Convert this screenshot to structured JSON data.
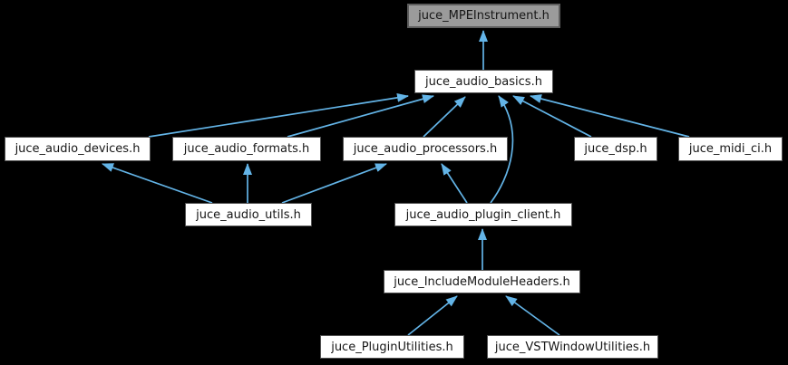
{
  "diagram": {
    "type": "include-dependency-graph",
    "colors": {
      "background": "#000000",
      "edge": "#63b4e7",
      "node_fill": "#ffffff",
      "node_border": "#525252",
      "current_node_fill": "#9b9b9b",
      "current_node_border": "#5e5e5e",
      "text": "#161616"
    },
    "nodes": [
      {
        "id": "mpe",
        "label": "juce_MPEInstrument.h",
        "current": true
      },
      {
        "id": "basics",
        "label": "juce_audio_basics.h",
        "current": false
      },
      {
        "id": "devices",
        "label": "juce_audio_devices.h",
        "current": false
      },
      {
        "id": "formats",
        "label": "juce_audio_formats.h",
        "current": false
      },
      {
        "id": "processors",
        "label": "juce_audio_processors.h",
        "current": false
      },
      {
        "id": "dsp",
        "label": "juce_dsp.h",
        "current": false
      },
      {
        "id": "midi_ci",
        "label": "juce_midi_ci.h",
        "current": false
      },
      {
        "id": "utils",
        "label": "juce_audio_utils.h",
        "current": false
      },
      {
        "id": "plugin_client",
        "label": "juce_audio_plugin_client.h",
        "current": false
      },
      {
        "id": "imh",
        "label": "juce_IncludeModuleHeaders.h",
        "current": false
      },
      {
        "id": "plugin_utilities",
        "label": "juce_PluginUtilities.h",
        "current": false
      },
      {
        "id": "vst_window_utilities",
        "label": "juce_VSTWindowUtilities.h",
        "current": false
      }
    ],
    "edges": [
      {
        "from": "basics",
        "to": "mpe"
      },
      {
        "from": "devices",
        "to": "basics"
      },
      {
        "from": "formats",
        "to": "basics"
      },
      {
        "from": "processors",
        "to": "basics"
      },
      {
        "from": "dsp",
        "to": "basics"
      },
      {
        "from": "midi_ci",
        "to": "basics"
      },
      {
        "from": "plugin_client",
        "to": "basics"
      },
      {
        "from": "utils",
        "to": "devices"
      },
      {
        "from": "utils",
        "to": "formats"
      },
      {
        "from": "utils",
        "to": "processors"
      },
      {
        "from": "plugin_client",
        "to": "processors"
      },
      {
        "from": "imh",
        "to": "plugin_client"
      },
      {
        "from": "plugin_utilities",
        "to": "imh"
      },
      {
        "from": "vst_window_utilities",
        "to": "imh"
      }
    ]
  }
}
